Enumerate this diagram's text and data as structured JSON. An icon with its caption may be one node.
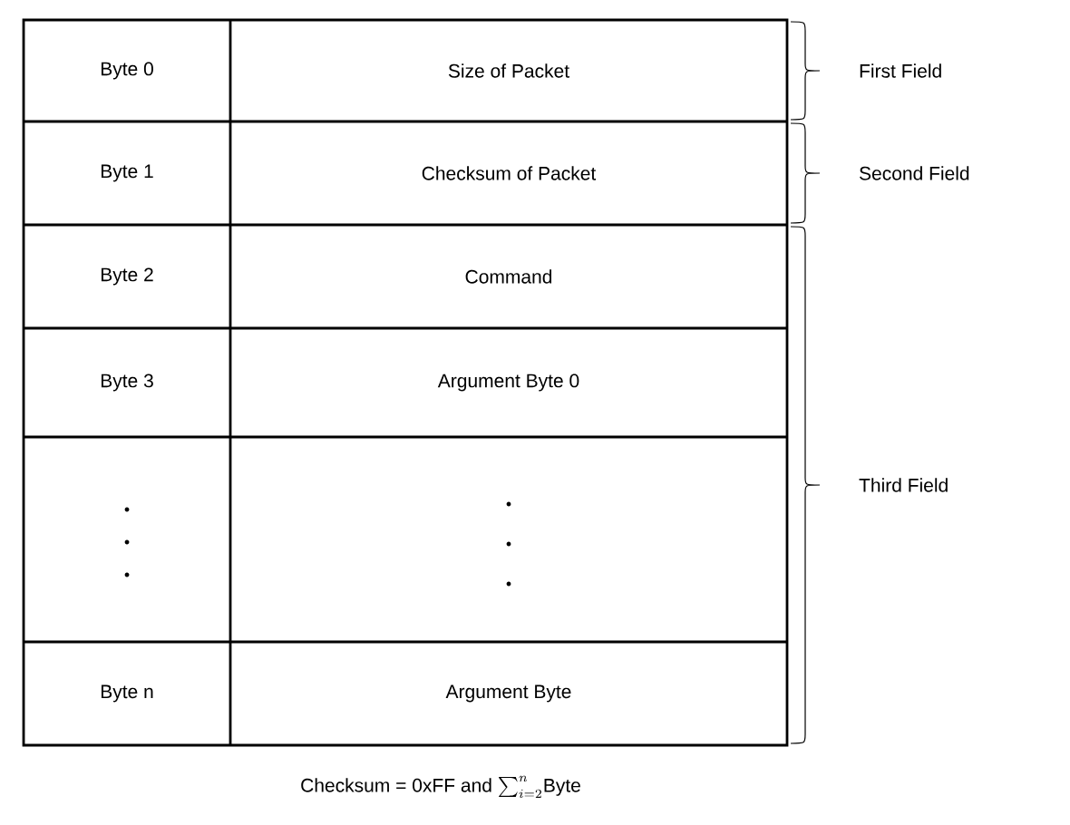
{
  "diagram": {
    "caption": "\\text{Checksum = 0xFF and }{\\textstyle\\sum_{i=2}^{n}}\\text{Byte}",
    "labels": [
      "Byte 0",
      "Size of Packet",
      "First Field",
      "Byte 1",
      "Checksum of Packet",
      "Second Field",
      "Byte 2",
      "Command",
      "Byte 3",
      "Argument Byte 0",
      "Third Field",
      "Byte n",
      "Argument Byte"
    ]
  }
}
